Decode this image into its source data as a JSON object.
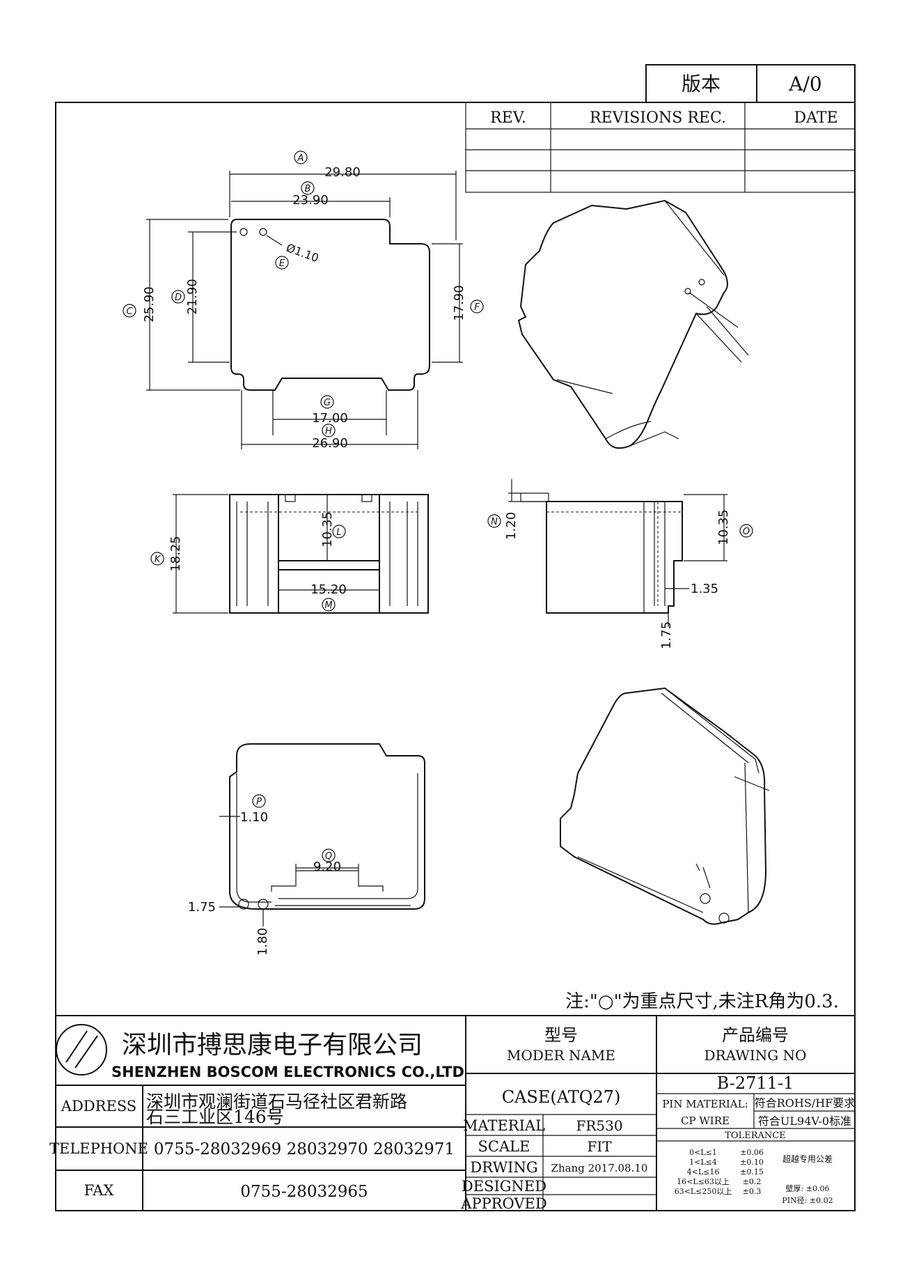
{
  "version_box": {
    "label": "版本",
    "value": "A/0"
  },
  "revisions": {
    "rev_header": "REV.",
    "rec_header": "REVISIONS REC.",
    "date_header": "DATE",
    "rows": 3
  },
  "dimensions": {
    "A": "29.80",
    "B": "23.90",
    "C": "25.90",
    "D": "21.90",
    "E": "Ø1.10",
    "F": "17.90",
    "G": "17.00",
    "H": "26.90",
    "K": "18.25",
    "L": "10.35",
    "M": "15.20",
    "N": "1.20",
    "O": "10.35",
    "side_a": "1.35",
    "side_b": "1.75",
    "P": "1.10",
    "Q": "9.20",
    "bot_a": "1.75",
    "bot_b": "1.80"
  },
  "balloons": [
    "A",
    "B",
    "C",
    "D",
    "E",
    "F",
    "G",
    "H",
    "K",
    "L",
    "M",
    "N",
    "O",
    "P",
    "Q"
  ],
  "note": "注:\"○\"为重点尺寸,未注R角为0.3.",
  "company": {
    "name_cn": "深圳市搏思康电子有限公司",
    "name_en": "SHENZHEN BOSCOM ELECTRONICS CO.,LTD",
    "logo": "boscom-logo"
  },
  "model": {
    "label_cn": "型号",
    "label_en": "MODER NAME",
    "value": "CASE(ATQ27)"
  },
  "drawing_no": {
    "label_cn": "产品编号",
    "label_en": "DRAWING NO",
    "value": "B-2711-1"
  },
  "address": {
    "label": "ADDRESS",
    "line1": "深圳市观澜街道石马径社区君新路",
    "line2": "石三工业区146号"
  },
  "telephone": {
    "label": "TELEPHONE",
    "value": "0755-28032969 28032970 28032971"
  },
  "fax": {
    "label": "FAX",
    "value": "0755-28032965"
  },
  "material": {
    "label": "MATERIAL",
    "value": "FR530"
  },
  "scale": {
    "label": "SCALE",
    "value": "FIT"
  },
  "drawing": {
    "label": "DRWING",
    "value": "Zhang 2017.08.10"
  },
  "designed": {
    "label": "DESIGNED",
    "value": ""
  },
  "approved": {
    "label": "APPROVED",
    "value": ""
  },
  "pin": {
    "label1": "PIN MATERIAL:",
    "label2": "CP WIRE",
    "rohs": "符合ROHS/HF要求",
    "ul": "符合UL94V-0标准"
  },
  "tolerance": {
    "title": "TOLERANCE",
    "rows": [
      {
        "range": "0<L≤1",
        "tol": "±0.06"
      },
      {
        "range": "1<L≤4",
        "tol": "±0.10"
      },
      {
        "range": "4<L≤16",
        "tol": "±0.15"
      },
      {
        "range": "16<L≤63以上",
        "tol": "±0.2"
      },
      {
        "range": "63<L≤250以上",
        "tol": "±0.3"
      }
    ],
    "special": "超越专用公差",
    "wall": "壁厚: ±0.06",
    "pin": "PIN径: ±0.02"
  }
}
